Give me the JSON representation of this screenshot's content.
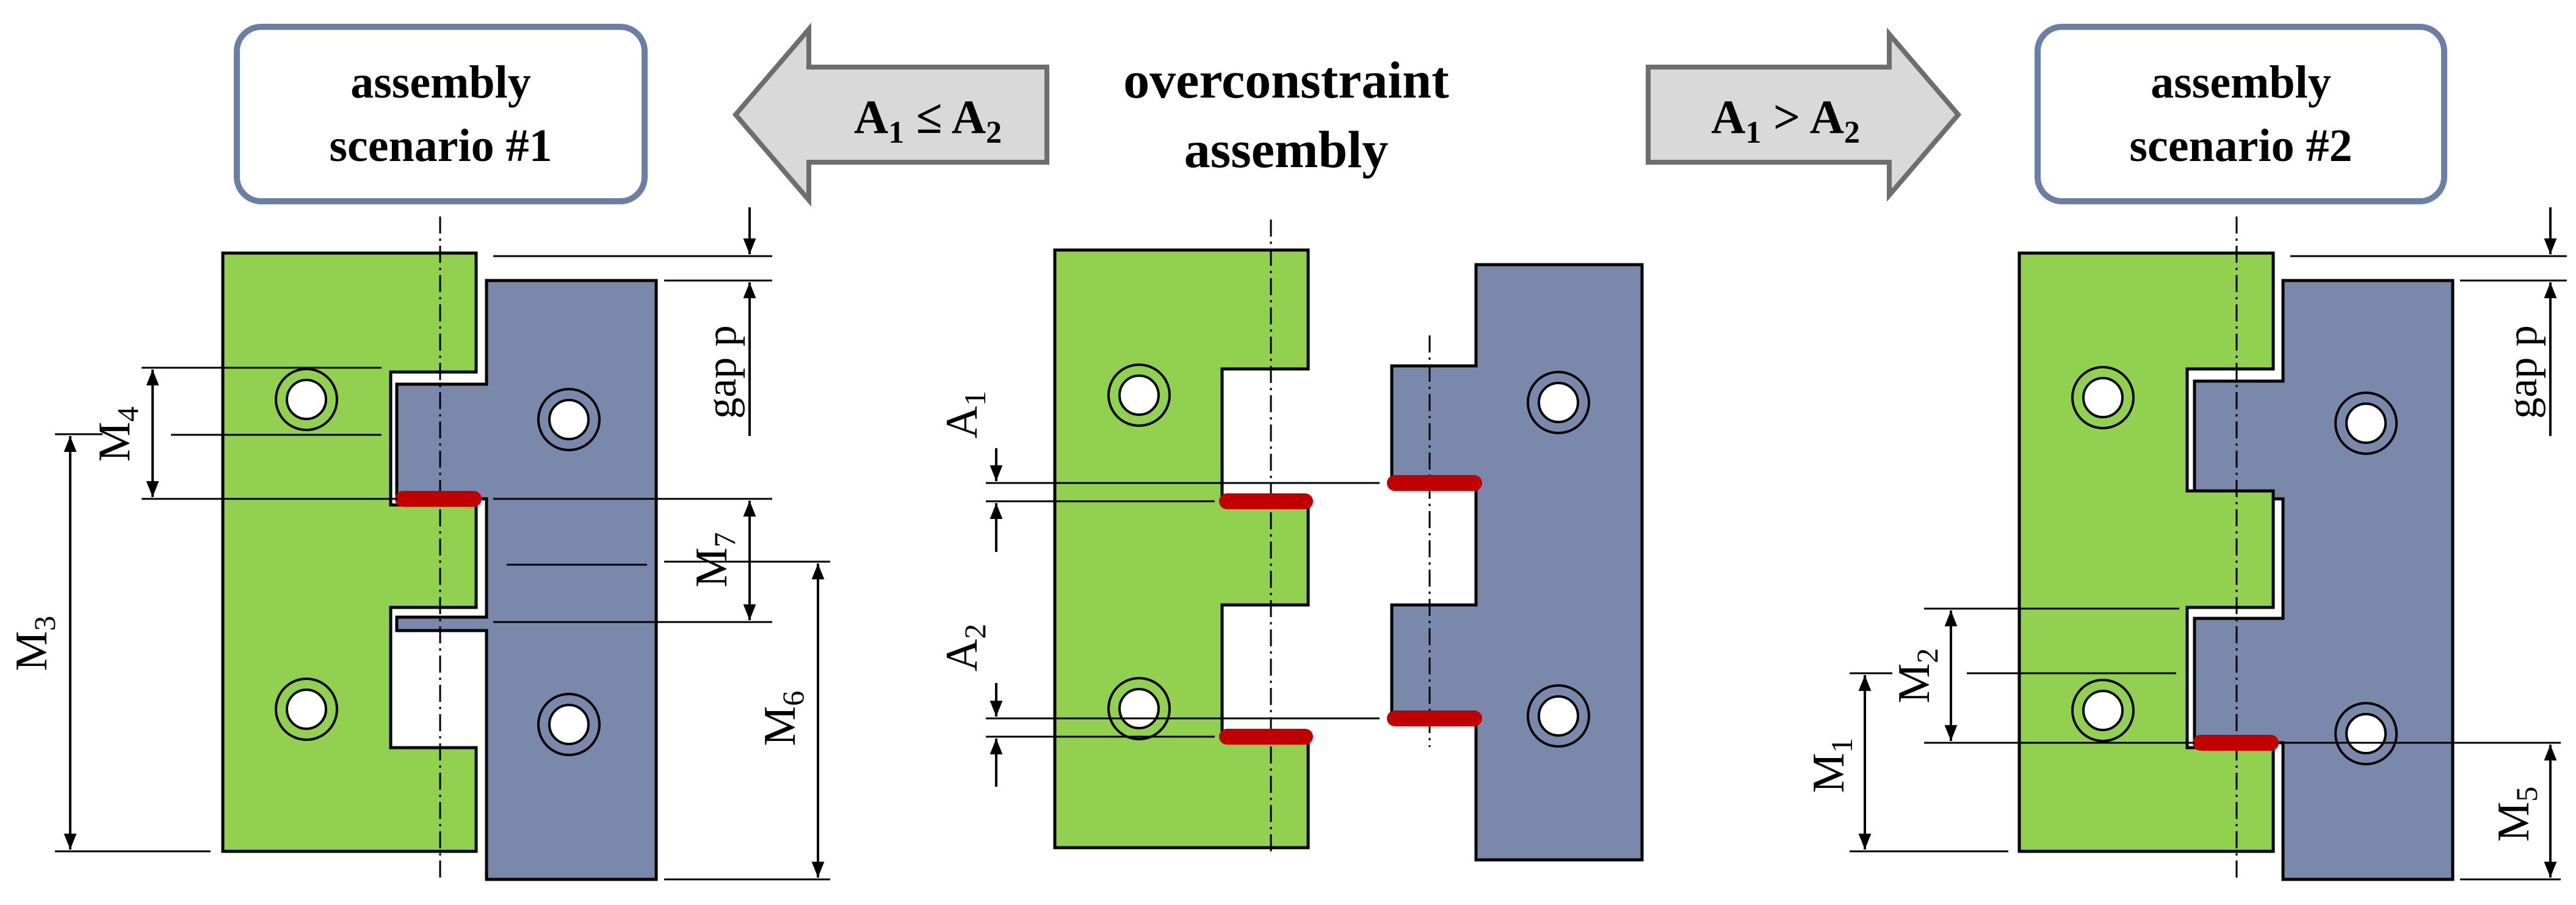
{
  "header": {
    "center_title": [
      "overconstraint",
      "assembly"
    ],
    "left_box": [
      "assembly",
      "scenario #1"
    ],
    "right_box": [
      "assembly",
      "scenario #2"
    ],
    "left_arrow": {
      "var1": "A",
      "sub1": "1",
      "op": "≤",
      "var2": "A",
      "sub2": "2"
    },
    "right_arrow": {
      "var1": "A",
      "sub1": "1",
      "op": ">",
      "var2": "A",
      "sub2": "2"
    }
  },
  "dimensions": {
    "M3": {
      "var": "M",
      "sub": "3"
    },
    "M4": {
      "var": "M",
      "sub": "4"
    },
    "M7": {
      "var": "M",
      "sub": "7"
    },
    "M6": {
      "var": "M",
      "sub": "6"
    },
    "A1": {
      "var": "A",
      "sub": "1"
    },
    "A2": {
      "var": "A",
      "sub": "2"
    },
    "M2": {
      "var": "M",
      "sub": "2"
    },
    "M1": {
      "var": "M",
      "sub": "1"
    },
    "M5": {
      "var": "M",
      "sub": "5"
    },
    "gap_left": "gap p",
    "gap_right": "gap p"
  },
  "colors": {
    "green_part": "#92d050",
    "blue_part": "#7a88ab",
    "contact": "#c00000",
    "box_border": "#6b7fa6",
    "arrow_fill": "#d9d9d9",
    "arrow_stroke": "#6e6e6e"
  }
}
